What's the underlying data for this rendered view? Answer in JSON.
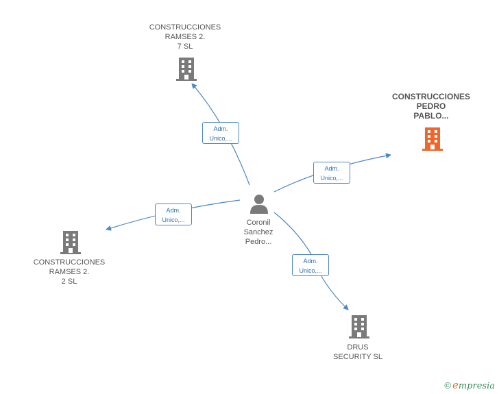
{
  "colors": {
    "edge": "#4a86c8",
    "building_default": "#7a7a7a",
    "building_highlight": "#f0652a",
    "person": "#7a7a7a"
  },
  "nodes": {
    "center": {
      "label": "Coronil\nSanchez\nPedro...",
      "icon": "person-icon"
    },
    "ramses7": {
      "label": "CONSTRUCCIONES\nRAMSES 2.\n7  SL",
      "icon": "building-icon"
    },
    "pedropablo": {
      "label": "CONSTRUCCIONES\nPEDRO\nPABLO...",
      "icon": "building-icon"
    },
    "ramses2": {
      "label": "CONSTRUCCIONES\nRAMSES 2.\n2  SL",
      "icon": "building-icon"
    },
    "drus": {
      "label": "DRUS\nSECURITY  SL",
      "icon": "building-icon"
    }
  },
  "edges": {
    "ramses7": {
      "label": "Adm.\nUnico,..."
    },
    "pedropablo": {
      "label": "Adm.\nUnico,..."
    },
    "ramses2": {
      "label": "Adm.\nUnico,..."
    },
    "drus": {
      "label": "Adm.\nUnico,..."
    }
  },
  "brand": {
    "copyright": "©",
    "e": "e",
    "rest": "mpresia"
  }
}
